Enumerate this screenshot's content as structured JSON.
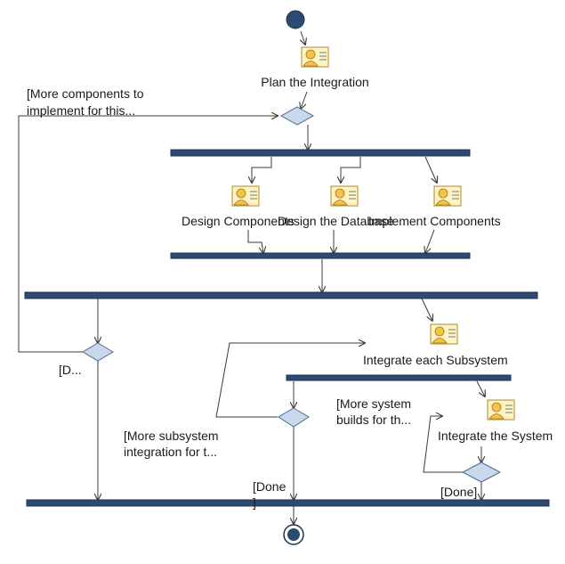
{
  "activities": {
    "plan": "Plan the Integration",
    "design_components": "Design Components",
    "design_database": "Design the Database",
    "implement_components": "Implement Components",
    "integrate_subsystem": "Integrate each Subsystem",
    "integrate_system": "Integrate the System"
  },
  "guards": {
    "more_components_1": "[More components to",
    "more_components_2": "implement for this...",
    "done_left": "[D...",
    "more_subsystem_1": "[More subsystem",
    "more_subsystem_2": "integration for t...",
    "done_mid_1": "[Done",
    "done_mid_2": "]",
    "more_system_1": "[More system",
    "more_system_2": "builds for th...",
    "done_right": "[Done]"
  },
  "colors": {
    "bar": "#2c4a72",
    "decision_fill": "#c9d8ea",
    "activity_icon": "#f0c040"
  }
}
